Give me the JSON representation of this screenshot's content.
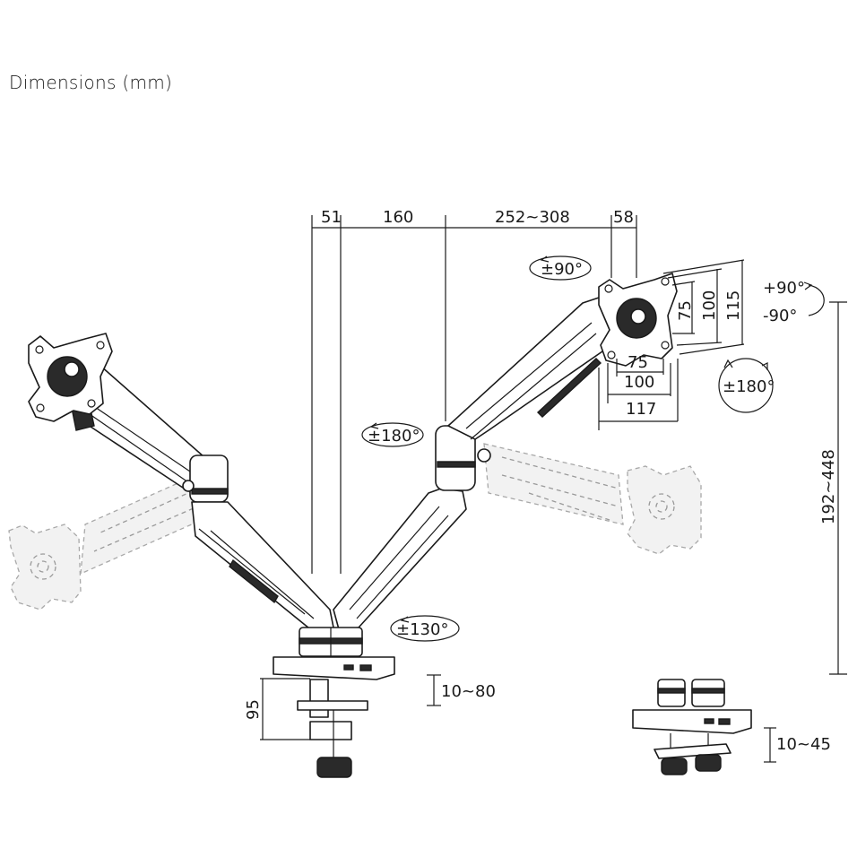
{
  "title": "Dimensions (mm)",
  "top_dims": {
    "d1": "51",
    "d2": "160",
    "d3": "252~308",
    "d4": "58"
  },
  "vesa": {
    "v75": "75",
    "v100": "100",
    "v115": "115",
    "h75": "75",
    "h100": "100",
    "h117": "117"
  },
  "rotations": {
    "swivel90": "±90°",
    "tilt_up": "+90°",
    "tilt_down": "-90°",
    "rotate180_screen": "±180°",
    "rotate180_arm": "±180°",
    "rotate130": "±130°"
  },
  "heights": {
    "height_range": "192~448",
    "base_95": "95",
    "clamp_range": "10~80",
    "grommet_range": "10~45"
  }
}
